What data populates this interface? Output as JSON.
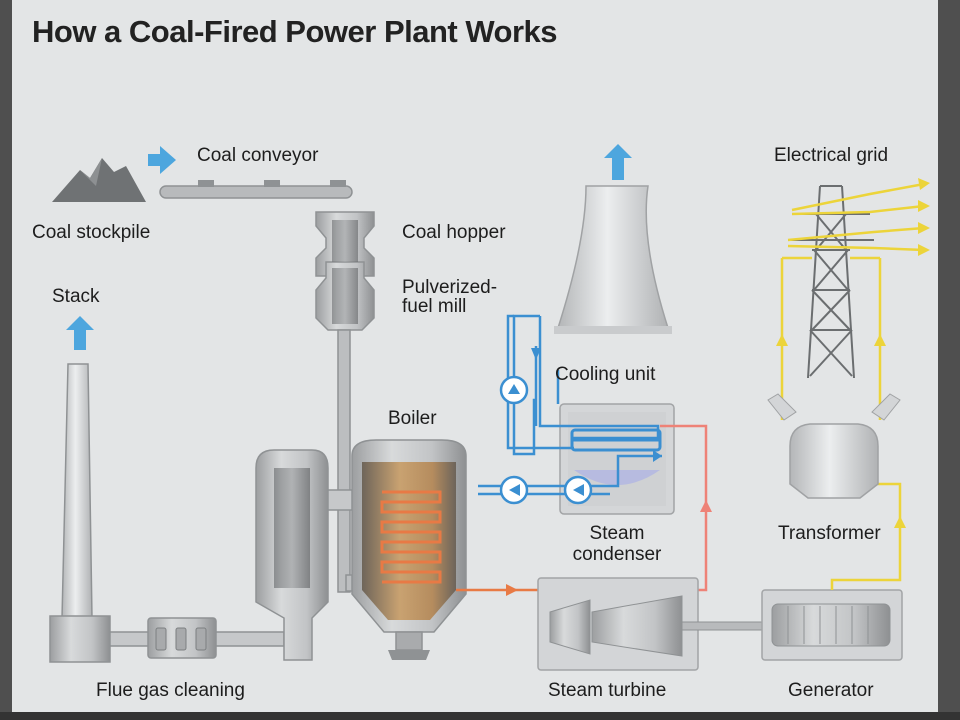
{
  "title": "How a Coal-Fired Power Plant Works",
  "labels": {
    "coal_conveyor": "Coal conveyor",
    "coal_stockpile": "Coal stockpile",
    "coal_hopper": "Coal hopper",
    "pulverized_fuel_mill": "Pulverized-\nfuel mill",
    "stack": "Stack",
    "boiler": "Boiler",
    "cooling_unit": "Cooling unit",
    "steam_condenser": "Steam\ncondenser",
    "electrical_grid": "Electrical grid",
    "transformer": "Transformer",
    "flue_gas_cleaning": "Flue gas cleaning",
    "steam_turbine": "Steam turbine",
    "generator": "Generator"
  },
  "colors": {
    "background": "#e3e5e6",
    "equipment_fill": "#c8cacc",
    "equipment_stroke": "#8f9294",
    "water_blue": "#3b8fd1",
    "steam_red": "#ee8277",
    "steam_orange": "#e87a45",
    "power_yellow": "#ecd43a",
    "arrow_blue": "#4da6de"
  },
  "icons": [
    "mountain-icon",
    "arrow-up-icon",
    "arrow-right-icon",
    "pump-icon",
    "pylon-icon"
  ]
}
